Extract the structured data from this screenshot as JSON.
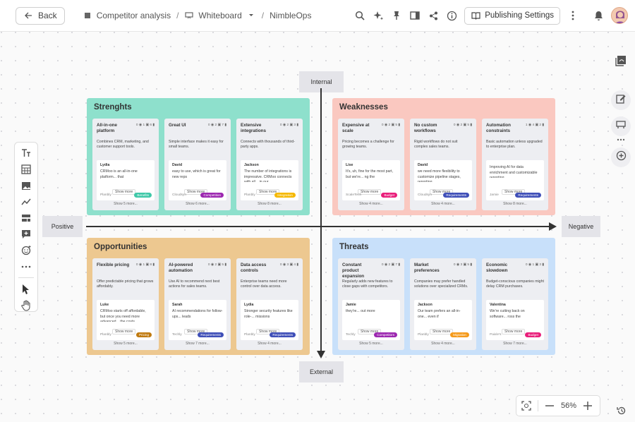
{
  "topbar": {
    "back_label": "Back",
    "crumbs": [
      "Competitor analysis",
      "Whiteboard",
      "NimbleOps"
    ],
    "publish_label": "Publishing Settings"
  },
  "axes": {
    "top": "Internal",
    "bottom": "External",
    "left": "Positive",
    "right": "Negative"
  },
  "zoom": {
    "value": "56%"
  },
  "quadrants": [
    {
      "title": "Strenghts",
      "bg": "#8ee0cc",
      "cards": [
        {
          "title": "All-in-one platform",
          "stats": [
            "0",
            "1",
            "6"
          ],
          "desc": "Combines CRM, marketing, and customer support tools.",
          "author": "Lydia",
          "text": "CRMoo is an all-in-one platform... that",
          "source": "Planbly",
          "tag": "Benefits",
          "tag_color": "#3fc8a8",
          "more": "Show 5 more..."
        },
        {
          "title": "Great UI",
          "stats": [
            "0",
            "2",
            "7"
          ],
          "desc": "Simple interface makes it easy for small teams.",
          "author": "David",
          "text": "easy to use, which is great for new reps",
          "source": "Cloudsyn",
          "tag": "Competition",
          "tag_color": "#9c27b0",
          "more": "Show 6 more..."
        },
        {
          "title": "Extensive integrations",
          "stats": [
            "0",
            "2",
            "3"
          ],
          "desc": "Connects with thousands of third-party apps.",
          "author": "Jackson",
          "text": "The number of integrations is impressive. CRMoo connects with all... in our",
          "source": "Planbly",
          "tag": "Integration",
          "tag_color": "#f5b800",
          "more": "Show 8 more..."
        }
      ]
    },
    {
      "title": "Weaknesses",
      "bg": "#fac8c0",
      "cards": [
        {
          "title": "Expensive at scale",
          "stats": [
            "0",
            "2",
            "5"
          ],
          "desc": "Pricing becomes a challenge for growing teams.",
          "author": "Lise",
          "text": "It's, uh, fine for the most part, but we're... ng the",
          "source": "ScaleTech",
          "tag": "Budget",
          "tag_color": "#e91e7a",
          "more": "Show 4 more..."
        },
        {
          "title": "No custom workflows",
          "stats": [
            "0",
            "2",
            "5"
          ],
          "desc": "Rigid workflows do not suit complex sales teams.",
          "author": "David",
          "text": "we need more flexibility to customize pipeline stages, reporting...",
          "source": "Cloudsyn",
          "tag": "Requirements",
          "tag_color": "#3f4fb8",
          "more": "Show 4 more..."
        },
        {
          "title": "Automation constraints",
          "stats": [
            "1",
            "4",
            "2"
          ],
          "desc": "Basic automation unless upgraded to enterprise plan.",
          "author": "",
          "text": "Improving AI for data enrichment and customizable reporting",
          "source": "Jamie",
          "tag": "Requirements",
          "tag_color": "#3f4fb8",
          "more": "Show 8 more..."
        }
      ]
    },
    {
      "title": "Opportunities",
      "bg": "#edc890",
      "cards": [
        {
          "title": "Flexible pricing",
          "stats": [
            "0",
            "1",
            "8"
          ],
          "desc": "Offer predictable pricing that grows affordably.",
          "author": "Luke",
          "text": "CRMoo starts off affordable, but once you need more advanced... the costs",
          "source": "Planbly",
          "tag": "Pricing",
          "tag_color": "#c07a10",
          "more": "Show 5 more..."
        },
        {
          "title": "AI-powered automation",
          "stats": [
            "0",
            "2",
            "5"
          ],
          "desc": "Use AI to recommend next best actions for sales teams.",
          "author": "Sarah",
          "text": "AI recommendations for follow-ups... leads",
          "source": "Techly",
          "tag": "Requirements",
          "tag_color": "#3f4fb8",
          "more": "Show 7 more..."
        },
        {
          "title": "Data access controls",
          "stats": [
            "0",
            "3",
            "4"
          ],
          "desc": "Enterprise teams need more control over data access.",
          "author": "Lydia",
          "text": "Stronger security features like role-... missions",
          "source": "Planbly",
          "tag": "Requirements",
          "tag_color": "#3f4fb8",
          "more": "Show 4 more..."
        }
      ]
    },
    {
      "title": "Threats",
      "bg": "#c8e0fa",
      "cards": [
        {
          "title": "Constant product expansion",
          "stats": [
            "0",
            "2",
            "7"
          ],
          "desc": "Regularly adds new features to close gaps with competitors.",
          "author": "Jamie",
          "text": "they're... out more",
          "source": "Techly",
          "tag": "Competitors",
          "tag_color": "#9c27b0",
          "more": "Show 5 more..."
        },
        {
          "title": "Market preferences",
          "stats": [
            "0",
            "3",
            "5"
          ],
          "desc": "Companies may prefer handled solutions over specialized CRMs.",
          "author": "Jackson",
          "text": "Our team prefers an all-in-one... even if",
          "source": "Planbly",
          "tag": "Migration",
          "tag_color": "#f59a1a",
          "more": "Show 4 more..."
        },
        {
          "title": "Economic slowdown",
          "stats": [
            "0",
            "1",
            "3"
          ],
          "desc": "Budget-conscious companies might delay CRM purchases.",
          "author": "Valentina",
          "text": "We're cutting back on software... ross the",
          "source": "Paixle's",
          "tag": "Budget",
          "tag_color": "#e91e7a",
          "more": "Show 7 more..."
        }
      ]
    }
  ],
  "show_more_label": "Show more"
}
